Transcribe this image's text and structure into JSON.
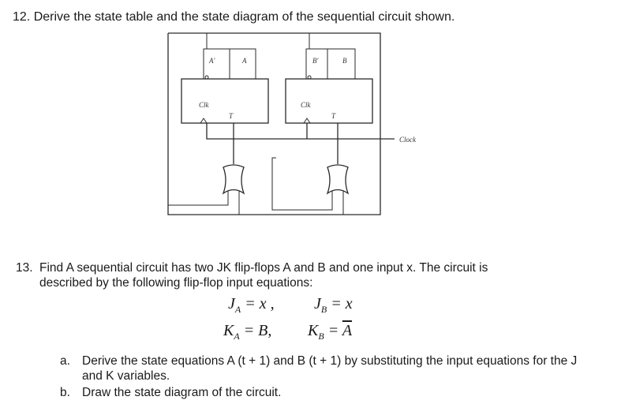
{
  "q12": {
    "title": "12. Derive the state table and the state diagram of the sequential circuit shown."
  },
  "circuit": {
    "ff_a": {
      "out_left": "A'",
      "out_right": "A",
      "clk": "Clk",
      "t": "T"
    },
    "ff_b": {
      "out_left": "B'",
      "out_right": "B",
      "clk": "Clk",
      "t": "T"
    },
    "clock_label": "Clock"
  },
  "q13": {
    "number": "13.",
    "line1": "Find A sequential circuit has two JK flip-flops A and B and one input x. The circuit is",
    "line2": "described by the following flip-flop input equations:",
    "equations": {
      "ja": {
        "lhs": "J",
        "sub": "A",
        "rhs": " = x ,"
      },
      "jb": {
        "lhs": "J",
        "sub": "B",
        "rhs": " = x"
      },
      "ka": {
        "lhs": "K",
        "sub": "A",
        "rhs": " = B,"
      },
      "kb": {
        "lhs": "K",
        "sub": "B",
        "rhs_pre": " = ",
        "rhs_bar": "A"
      }
    },
    "parts": [
      {
        "mark": "a.",
        "text": "Derive the state equations A (t + 1) and B (t + 1) by substituting the input equations for the J and K variables."
      },
      {
        "mark": "b.",
        "text": "Draw the state diagram of the circuit."
      }
    ]
  }
}
